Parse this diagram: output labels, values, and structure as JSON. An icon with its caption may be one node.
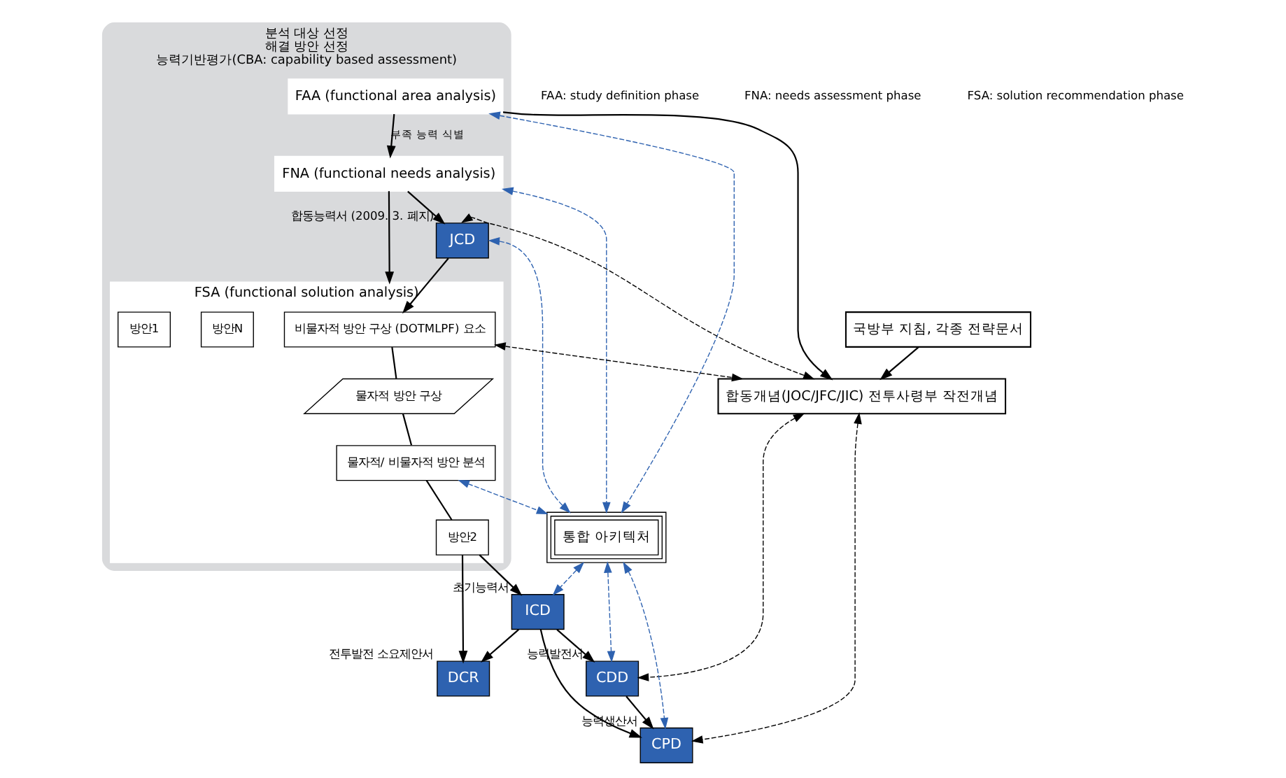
{
  "diagram": {
    "nodes": [
      {
        "text": [
          "분석 대상 선정",
          "해결 방안 선정",
          "능력기반평가(CBA: capability based assessment)"
        ]
      },
      {
        "text": [
          "국방부 지침, 각종 전략문서"
        ]
      },
      {
        "text": [
          "합동개념(JOC/JFC/JIC) 전투사령부 작전개념"
        ]
      },
      {
        "text": [
          "FAA (functional area analysis)"
        ],
        "in": 0
      },
      {
        "text": [
          "FNA (functional needs analysis)"
        ],
        "in": 0
      },
      {
        "text": [
          "통합 아키텍처"
        ]
      },
      {
        "text": [
          "JCD"
        ],
        "in": 0,
        "beside": [
          "합동능력서 (2009. 3. 폐지)"
        ]
      },
      {
        "text": [
          "FSA (functional solution analysis)"
        ],
        "in": 0
      },
      {
        "text": [
          "비물자적 방안 구상 (DOTMLPF) 요소"
        ],
        "in": 7
      },
      {
        "text": [
          "물자적 방안 구상"
        ],
        "in": 7
      },
      {
        "text": [
          "물자적/ 비물자적 방안 분석"
        ],
        "in": 7
      },
      {
        "text": [
          "방안N"
        ],
        "in": 7
      },
      {
        "text": [
          "방안2"
        ],
        "in": 7
      },
      {
        "text": [
          "방안1"
        ],
        "in": 7
      },
      {
        "text": [
          "CPD"
        ],
        "beside": [
          "능력생산서"
        ]
      },
      {
        "text": [
          "CDD"
        ],
        "beside": [
          "능력발전서"
        ]
      },
      {
        "text": [
          "ICD"
        ],
        "beside": [
          "초기능력서"
        ]
      },
      {
        "text": [
          "DCR"
        ],
        "beside": [
          "전투발전 소요제안서"
        ]
      }
    ],
    "edges": [
      {
        "from": 1,
        "to": 2,
        "arrow": "to"
      },
      {
        "from": 3,
        "to": 2,
        "arrow": "to"
      },
      {
        "from": 3,
        "to": 4,
        "arrow": "to",
        "label": "부족 능력 식별"
      },
      {
        "from": 3,
        "to": 5,
        "arrow": "both",
        "style": "dashed",
        "color": "#2e62b0"
      },
      {
        "from": 4,
        "to": 5,
        "arrow": "both",
        "style": "dashed",
        "color": "#2e62b0"
      },
      {
        "from": 4,
        "to": 6,
        "arrow": "to"
      },
      {
        "from": 4,
        "to": 7,
        "arrow": "to"
      },
      {
        "from": 6,
        "to": 2,
        "arrow": "both",
        "style": "dashed"
      },
      {
        "from": 6,
        "to": 5,
        "arrow": "both",
        "style": "dashed",
        "color": "#2e62b0"
      },
      {
        "from": 8,
        "to": 2,
        "arrow": "both",
        "style": "dashed"
      },
      {
        "from": 10,
        "to": 5,
        "arrow": "both",
        "style": "dashed",
        "color": "#2e62b0"
      },
      {
        "from": 6,
        "to": 8,
        "arrow": "to"
      },
      {
        "from": 8,
        "to": 9,
        "arrow": "none"
      },
      {
        "from": 9,
        "to": 10,
        "arrow": "none"
      },
      {
        "from": 10,
        "to": 12,
        "arrow": "none"
      },
      {
        "from": 12,
        "to": 16,
        "arrow": "to"
      },
      {
        "from": 12,
        "to": 17,
        "arrow": "to"
      },
      {
        "from": 2,
        "to": 14,
        "arrow": "both",
        "style": "dashed"
      },
      {
        "from": 2,
        "to": 15,
        "arrow": "both",
        "style": "dashed"
      },
      {
        "from": 5,
        "to": 14,
        "arrow": "both",
        "style": "dashed",
        "color": "#2e62b0"
      },
      {
        "from": 5,
        "to": 15,
        "arrow": "both",
        "style": "dashed",
        "color": "#2e62b0"
      },
      {
        "from": 5,
        "to": 16,
        "arrow": "both",
        "style": "dashed",
        "color": "#2e62b0"
      },
      {
        "from": 15,
        "to": 14,
        "arrow": "to"
      },
      {
        "from": 16,
        "to": 14,
        "arrow": "to"
      },
      {
        "from": 16,
        "to": 15,
        "arrow": "to"
      },
      {
        "from": 16,
        "to": 17,
        "arrow": "to"
      }
    ],
    "labels": [
      "FAA: study definition phase",
      "FNA: needs assessment phase",
      "FSA: solution recommendation phase"
    ]
  }
}
